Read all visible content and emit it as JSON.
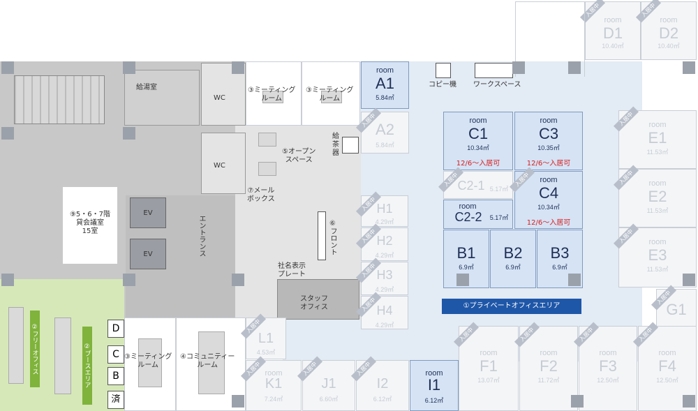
{
  "occupied_badge": "入居中",
  "rooms": {
    "room_word": "room",
    "A1": {
      "num": "A1",
      "area": "5.84㎡"
    },
    "A2": {
      "num": "A2",
      "area": "5.84㎡"
    },
    "C1": {
      "num": "C1",
      "area": "10.34㎡",
      "avail": "12/6～入居可"
    },
    "C3": {
      "num": "C3",
      "area": "10.35㎡",
      "avail": "12/6～入居可"
    },
    "C4": {
      "num": "C4",
      "area": "10.34㎡",
      "avail": "12/6～入居可"
    },
    "C2_1": {
      "num": "C2-1",
      "area": "5.17㎡"
    },
    "C2_2": {
      "num": "C2-2",
      "area": "5.17㎡"
    },
    "B1": {
      "num": "B1",
      "area": "6.9㎡"
    },
    "B2": {
      "num": "B2",
      "area": "6.9㎡"
    },
    "B3": {
      "num": "B3",
      "area": "6.9㎡"
    },
    "D1": {
      "num": "D1",
      "area": "10.40㎡"
    },
    "D2": {
      "num": "D2",
      "area": "10.40㎡"
    },
    "E1": {
      "num": "E1",
      "area": "11.53㎡"
    },
    "E2": {
      "num": "E2",
      "area": "11.53㎡"
    },
    "E3": {
      "num": "E3",
      "area": "11.53㎡"
    },
    "G1": {
      "num": "G1"
    },
    "H1": {
      "num": "H1",
      "area": "4.29㎡"
    },
    "H2": {
      "num": "H2",
      "area": "4.29㎡"
    },
    "H3": {
      "num": "H3",
      "area": "4.29㎡"
    },
    "H4": {
      "num": "H4",
      "area": "4.29㎡"
    },
    "L1": {
      "num": "L1",
      "area": "4.53㎡"
    },
    "K1": {
      "num": "K1",
      "area": "7.24㎡"
    },
    "J1": {
      "num": "J1",
      "area": "6.60㎡"
    },
    "I2": {
      "num": "I2",
      "area": "6.12㎡"
    },
    "I1": {
      "num": "I1",
      "area": "6.12㎡"
    },
    "F1": {
      "num": "F1",
      "area": "13.07㎡"
    },
    "F2": {
      "num": "F2",
      "area": "11.72㎡"
    },
    "F3": {
      "num": "F3",
      "area": "12.50㎡"
    },
    "F4": {
      "num": "F4",
      "area": "12.50㎡"
    }
  },
  "labels": {
    "kitchen": "給湯室",
    "wc1": "WC",
    "wc2": "WC",
    "meeting_top1": "③ミーティング\nルーム",
    "meeting_top2": "③ミーティング\nルーム",
    "copier": "コピー機",
    "workspace": "ワークスペース",
    "tea": "給\n茶\n器",
    "open_space": "⑤オープン\nスペース",
    "mailbox": "⑦メール\nボックス",
    "front": "⑥フロント",
    "nameplate": "社名表示\nプレート",
    "staff_office": "スタッフ\nオフィス",
    "entrance": "エントランス",
    "ev1": "EV",
    "ev2": "EV",
    "rental_meeting": "⑨5・6・7階\n貸会議室\n15室",
    "meeting_bottom": "③ミーティング\nルーム",
    "community": "④コミュニティー\nルーム",
    "private_area": "①プライベートオフィスエリア",
    "free_office": "②フリーオフィス",
    "booth_area": "②ブースエリア",
    "booth_d": "D",
    "booth_c": "C",
    "booth_b": "B",
    "booth_done": "済"
  },
  "colors": {
    "vacant_room": "#d5e3f5",
    "occupied_room": "#f4f5f7",
    "corridor": "#e3ebf4",
    "service_area": "#c8c8c8",
    "free_area": "#d6e8b8",
    "area_banner": "#1f57a8",
    "availability_text": "#d81c1c"
  }
}
